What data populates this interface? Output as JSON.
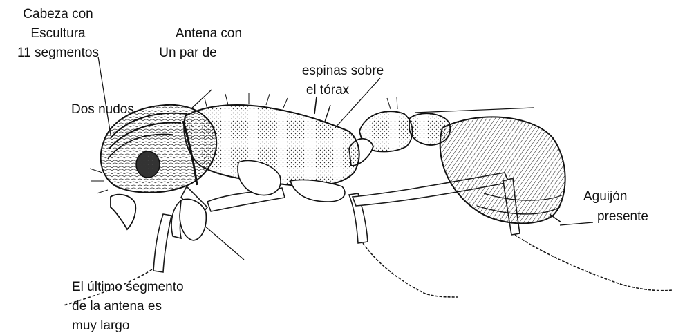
{
  "labels": {
    "head_l1": "Cabeza con",
    "head_l2": "Escultura",
    "antenna_segments": "11 segmentos",
    "antenna_l1": "Antena con",
    "antenna_l2": "Un par de",
    "spines_l1": "espinas sobre",
    "spines_l2": "el tórax",
    "nodes": "Dos nudos",
    "stinger_l1": "Aguijón",
    "stinger_l2": "presente",
    "last_segment_l1": "El último segmento",
    "last_segment_l2": "de la antena es",
    "last_segment_l3": "muy largo"
  },
  "colors": {
    "ink": "#1a1a1a",
    "background": "#ffffff"
  }
}
